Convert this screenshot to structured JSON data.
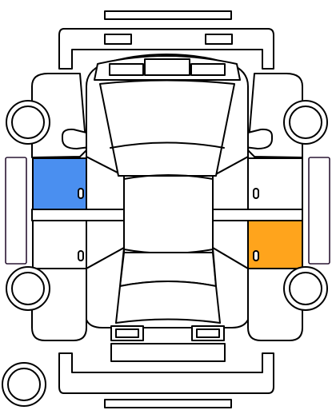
{
  "diagram": {
    "type": "vehicle-damage-inspection",
    "colors": {
      "outline": "#000000",
      "background": "#ffffff",
      "mudguard_outline": "#2a1633",
      "highlight_blue": "#4a8ff0",
      "highlight_orange": "#ffa41c"
    },
    "panels": {
      "left_front_door": {
        "state": "marked",
        "fill": "#4a8ff0"
      },
      "left_rear_door": {
        "state": "clear",
        "fill": "#ffffff"
      },
      "right_front_door": {
        "state": "clear",
        "fill": "#ffffff"
      },
      "right_rear_door": {
        "state": "marked",
        "fill": "#ffa41c"
      }
    }
  }
}
